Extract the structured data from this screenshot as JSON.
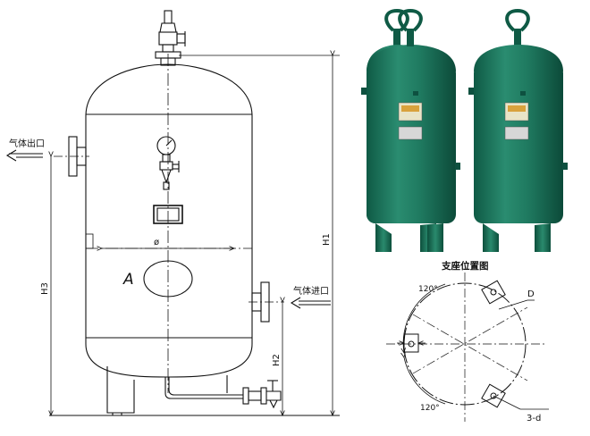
{
  "drawing": {
    "gas_outlet_label": "气体出口",
    "gas_inlet_label": "气体进口",
    "height_labels": [
      "H1",
      "H2",
      "H3"
    ],
    "diameter_label": "ø",
    "manhole_label": "A"
  },
  "photo": {
    "tank_color": "#1e7a61"
  },
  "support_diagram": {
    "title": "支座位置图",
    "angle_top": "120°",
    "angle_bottom": "120°",
    "dim_D": "D",
    "bolt_label": "3-d"
  }
}
